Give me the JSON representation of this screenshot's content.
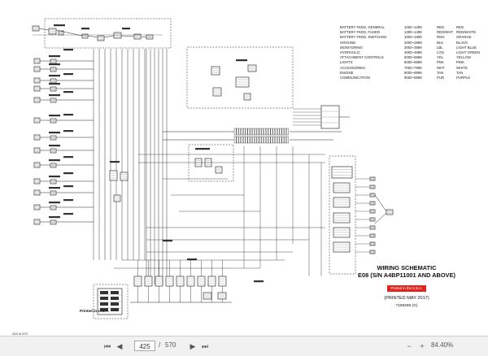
{
  "legend": {
    "rows": [
      {
        "name": "BATTERY FEED, GENERAL",
        "range": "1000~1299",
        "code": "RED",
        "color": "RED"
      },
      {
        "name": "BATTERY FEED, FUSED",
        "range": "1300~1499",
        "code": "RED/WHT",
        "color": "RED/WHITE"
      },
      {
        "name": "BATTERY FEED, SWITCHED",
        "range": "1500~1999",
        "code": "RNG",
        "color": "ORANGE"
      },
      {
        "name": "GROUND",
        "range": "2000~2999",
        "code": "BLK",
        "color": "BLACK"
      },
      {
        "name": "MONITORING",
        "range": "3000~3999",
        "code": "LBL",
        "color": "LIGHT BLUE"
      },
      {
        "name": "HYDRAULIC",
        "range": "4000~4999",
        "code": "LGN",
        "color": "LIGHT GREEN"
      },
      {
        "name": "ATTACHMENT CONTROLS",
        "range": "5000~5999",
        "code": "YEL",
        "color": "YELLOW"
      },
      {
        "name": "LIGHTS",
        "range": "6000~6999",
        "code": "PNK",
        "color": "PINK"
      },
      {
        "name": "ACCESSORIES",
        "range": "7000~7999",
        "code": "WHT",
        "color": "WHITE"
      },
      {
        "name": "ENGINE",
        "range": "8000~8999",
        "code": "TAN",
        "color": "TAN"
      },
      {
        "name": "COMMUNICATION",
        "range": "9000~9999",
        "code": "PUR",
        "color": "PURPLE"
      }
    ]
  },
  "title_block": {
    "title": "WIRING SCHEMATIC",
    "subtitle": "E08  (S/N A4BP11001 AND ABOVE)",
    "red_stamp": "Printed in the U.S.A.",
    "printed": "(PRINTED MAY 2017)",
    "part_number": "7158259 (G)"
  },
  "printed_note": "Printed in U.S.A.",
  "page_ref": "425 of 570",
  "toolbar": {
    "current_page": "425",
    "separator": "/",
    "total_pages": "570",
    "zoom": "84.40%",
    "icons": [
      "first-page-icon",
      "prev-page-icon",
      "next-page-icon",
      "last-page-icon",
      "zoom-out-icon",
      "zoom-in-icon"
    ]
  }
}
